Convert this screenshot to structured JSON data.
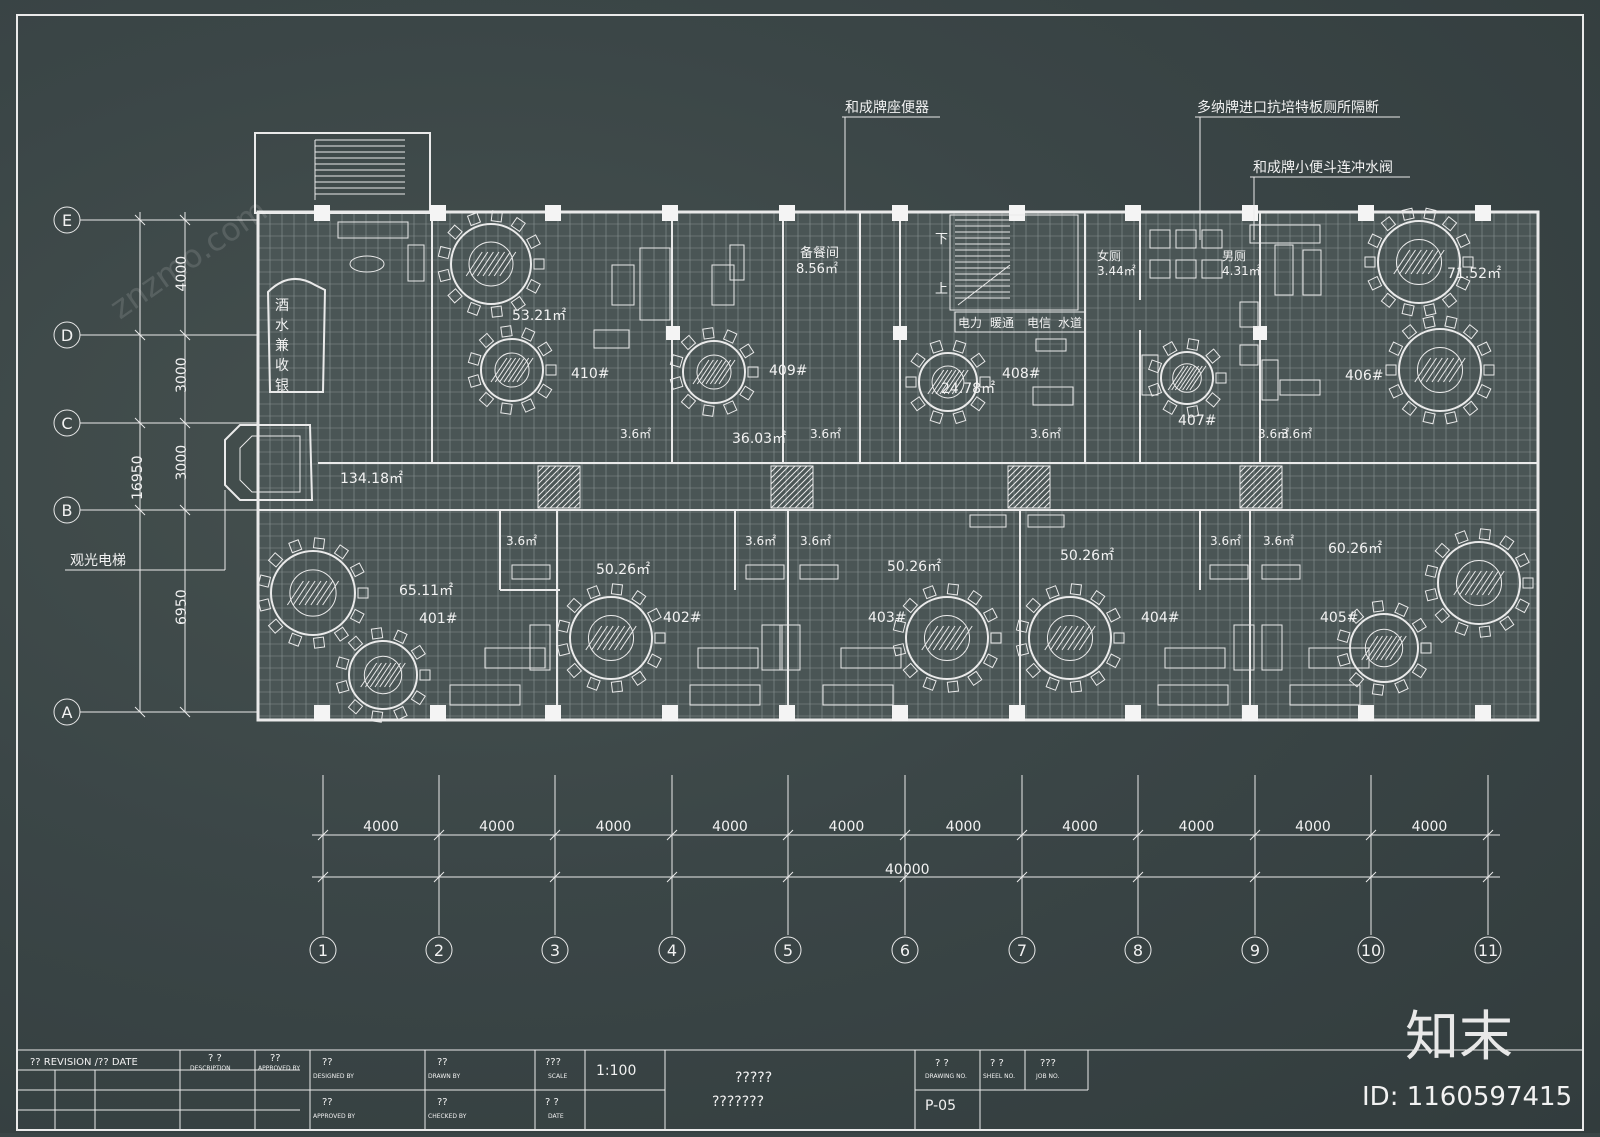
{
  "annotations": {
    "toilet_brand": "和成牌座便器",
    "partition_brand": "多纳牌进口抗培特板厕所隔断",
    "urinal_valve": "和成牌小便斗连冲水阀",
    "elevator": "观光电梯"
  },
  "row_axes": [
    "E",
    "D",
    "C",
    "B",
    "A"
  ],
  "row_dims": [
    "4000",
    "3000",
    "3000",
    "6950"
  ],
  "row_total": "16950",
  "column_axes": [
    "1",
    "2",
    "3",
    "4",
    "5",
    "6",
    "7",
    "8",
    "9",
    "10",
    "11"
  ],
  "column_dims": [
    "4000",
    "4000",
    "4000",
    "4000",
    "4000",
    "4000",
    "4000",
    "4000",
    "4000",
    "4000"
  ],
  "column_total": "40000",
  "rooms": [
    {
      "name": "",
      "area": "134.18㎡"
    },
    {
      "name": "410#",
      "area": "53.21㎡"
    },
    {
      "name": "409#",
      "area": "36.03㎡"
    },
    {
      "name": "备餐间",
      "area": "8.56㎡"
    },
    {
      "name": "408#",
      "area": "24.78㎡"
    },
    {
      "name": "女厕",
      "area": "3.44㎡"
    },
    {
      "name": "男厕",
      "area": "4.31㎡"
    },
    {
      "name": "407#",
      "area": ""
    },
    {
      "name": "406#",
      "area": "71.52㎡"
    },
    {
      "name": "401#",
      "area": "65.11㎡"
    },
    {
      "name": "402#",
      "area": "50.26㎡"
    },
    {
      "name": "403#",
      "area": "50.26㎡"
    },
    {
      "name": "404#",
      "area": "50.26㎡"
    },
    {
      "name": "405#",
      "area": "60.26㎡"
    }
  ],
  "bath_area": "3.6㎡",
  "shafts": [
    "电力",
    "暖通",
    "电信",
    "水道"
  ],
  "stair_marks": {
    "down": "下",
    "up": "上"
  },
  "bar_text": [
    "酒",
    "水",
    "兼",
    "收",
    "银"
  ],
  "title_block": {
    "revision": "?? REVISION /?? DATE",
    "description": "? ?",
    "description_sub": "DESCRIPTION",
    "approved": "??",
    "approved_sub": "APPROVED BY",
    "designed": "??",
    "designed_sub": "DESIGNED BY",
    "drawn": "??",
    "drawn_sub": "DRAWN BY",
    "scale_label": "???",
    "scale_sub": "SCALE",
    "scale": "1:100",
    "project_line1": "?????",
    "project_line2": "???????",
    "drawing_no_label": "? ?",
    "drawing_no_sub": "DRAWING NO.",
    "sheet_label": "? ?",
    "sheet_sub": "SHEEL NO.",
    "job_label": "???",
    "job_sub": "JOB NO.",
    "approved2": "??",
    "approved2_sub": "APPROVED BY",
    "checked": "??",
    "checked_sub": "CHECKED BY",
    "date_label": "? ?",
    "date_sub": "DATE",
    "drawing_no": "P-05"
  },
  "watermark": {
    "logo": "知末",
    "id": "ID: 1160597415",
    "site": "znzmo.com"
  }
}
